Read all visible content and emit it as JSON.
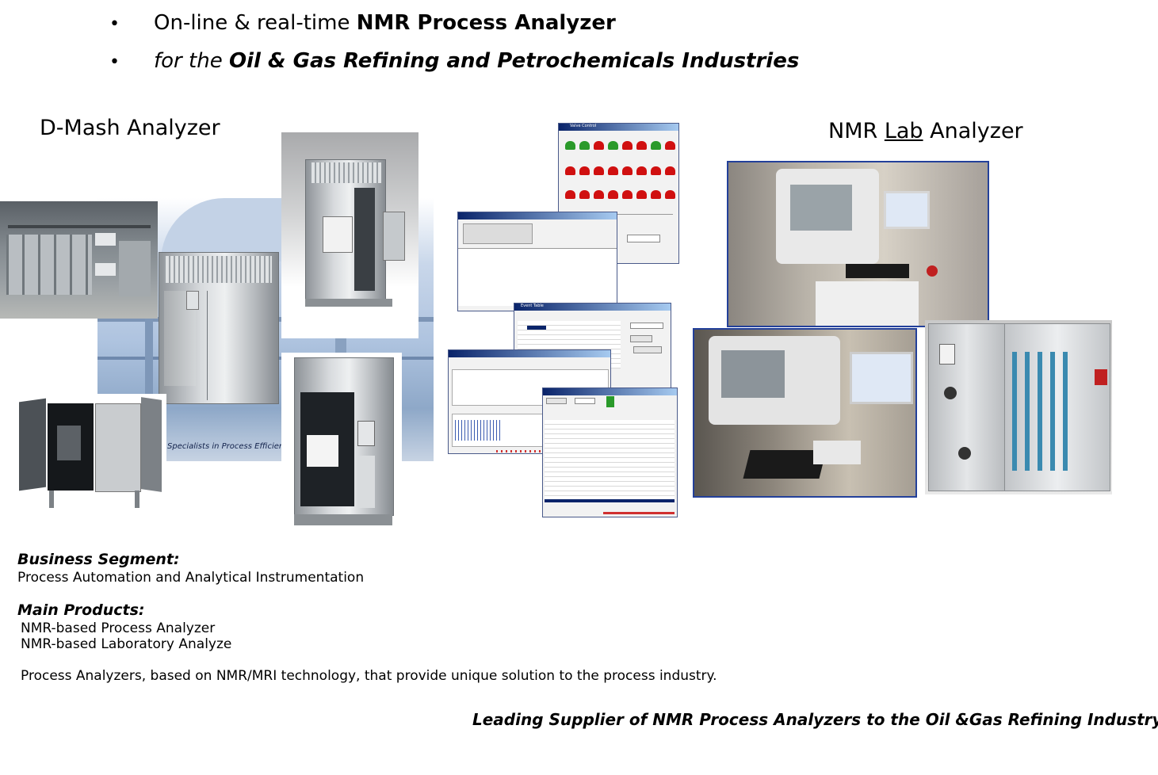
{
  "bullets": [
    {
      "plain": "On-line & real-time ",
      "bold": "NMR Process Analyzer"
    },
    {
      "italic": "for the ",
      "bold_italic": "Oil & Gas Refining and Petrochemicals Industries"
    }
  ],
  "bullet_symbol": "•",
  "headers": {
    "dmash": "D-Mash Analyzer",
    "nmr_prefix": "NMR ",
    "nmr_underlined": "Lab",
    "nmr_suffix": " Analyzer"
  },
  "image_caption": "Specialists in Process Efficiency",
  "business_segment": {
    "label": "Business Segment:",
    "value": "Process Automation and Analytical Instrumentation"
  },
  "main_products": {
    "label": "Main Products:",
    "items": [
      "NMR-based Process Analyzer",
      "NMR-based Laboratory Analyze"
    ]
  },
  "description": "Process Analyzers, based on NMR/MRI technology, that provide unique solution to the process industry.",
  "tagline": "Leading Supplier of NMR Process Analyzers to the Oil &Gas Refining Industry.",
  "screens": {
    "valve_control": "Valve Control",
    "event_table": "Event Table"
  }
}
